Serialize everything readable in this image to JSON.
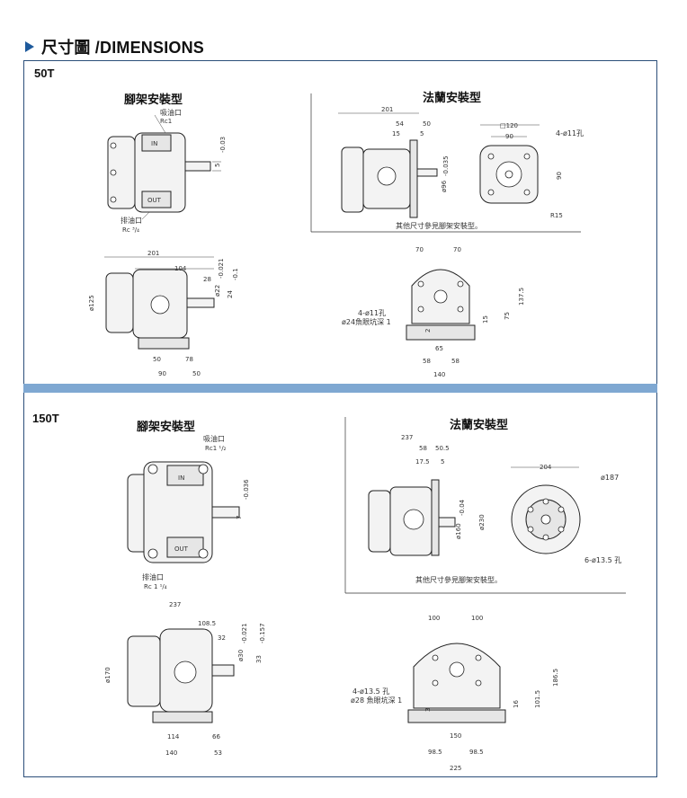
{
  "header": {
    "title": "尺寸圖 /DIMENSIONS"
  },
  "section50": {
    "label": "50T",
    "foot_title": "腳架安裝型",
    "flange_title": "法蘭安裝型",
    "suction": "吸油口",
    "suction_size": "Rc1",
    "discharge": "排油口",
    "discharge_size": "Rc ³/₄",
    "in_mark": "IN",
    "out_mark": "OUT",
    "note": "其他尺寸參見腳架安裝型。",
    "hole_note": "4-ø11孔",
    "counterbore_note": "ø24魚眼坑深 1",
    "flange_hole": "4-ø11孔",
    "radius": "R15",
    "dims": {
      "d201a": "201",
      "d54": "54",
      "d50": "50",
      "d15": "15",
      "d5f": "5",
      "d120": "□120",
      "d90f": "90",
      "d90v": "90",
      "d96": "ø96",
      "d96tol": "-0.035",
      "shaft5": "5",
      "shaft5tol": "-0.03",
      "d201b": "201",
      "d104": "104",
      "d28": "28",
      "d22": "ø22",
      "d22tol": "-0.021",
      "d24": "24",
      "d24tol": "-0.1",
      "d125": "ø125",
      "d50b": "50",
      "d78": "78",
      "d90b": "90",
      "d50c": "50",
      "d70a": "70",
      "d70b": "70",
      "d137": "137.5",
      "d75": "75",
      "d15b": "15",
      "d2": "2",
      "d65": "65",
      "d58a": "58",
      "d58b": "58",
      "d140": "140"
    }
  },
  "section150": {
    "label": "150T",
    "foot_title": "腳架安裝型",
    "flange_title": "法蘭安裝型",
    "suction": "吸油口",
    "suction_size": "Rc1 ¹/₂",
    "discharge": "排油口",
    "discharge_size": "Rc 1 ¹/₄",
    "in_mark": "IN",
    "out_mark": "OUT",
    "note": "其他尺寸參見腳架安裝型。",
    "hole_note": "4-ø13.5 孔",
    "counterbore_note": "ø28 魚眼坑深 1",
    "flange_hole": "6-ø13.5 孔",
    "dims": {
      "d237a": "237",
      "d58": "58",
      "d505": "50.5",
      "d175": "17.5",
      "d5": "5",
      "d204": "204",
      "d187": "ø187",
      "d160": "ø160",
      "d160tol": "-0.04",
      "d230": "ø230",
      "shaft7": "7",
      "shaft7tol": "-0.036",
      "d237b": "237",
      "d1085": "108.5",
      "d32": "32",
      "d30": "ø30",
      "d30tol": "-0.021",
      "d33": "33",
      "d33tol": "-0.157",
      "d170": "ø170",
      "d114": "114",
      "d66": "66",
      "d140": "140",
      "d53": "53",
      "d100a": "100",
      "d100b": "100",
      "d1865": "186.5",
      "d1015": "101.5",
      "d16": "16",
      "d3": "3",
      "d150": "150",
      "d985a": "98.5",
      "d985b": "98.5",
      "d225": "225"
    }
  }
}
